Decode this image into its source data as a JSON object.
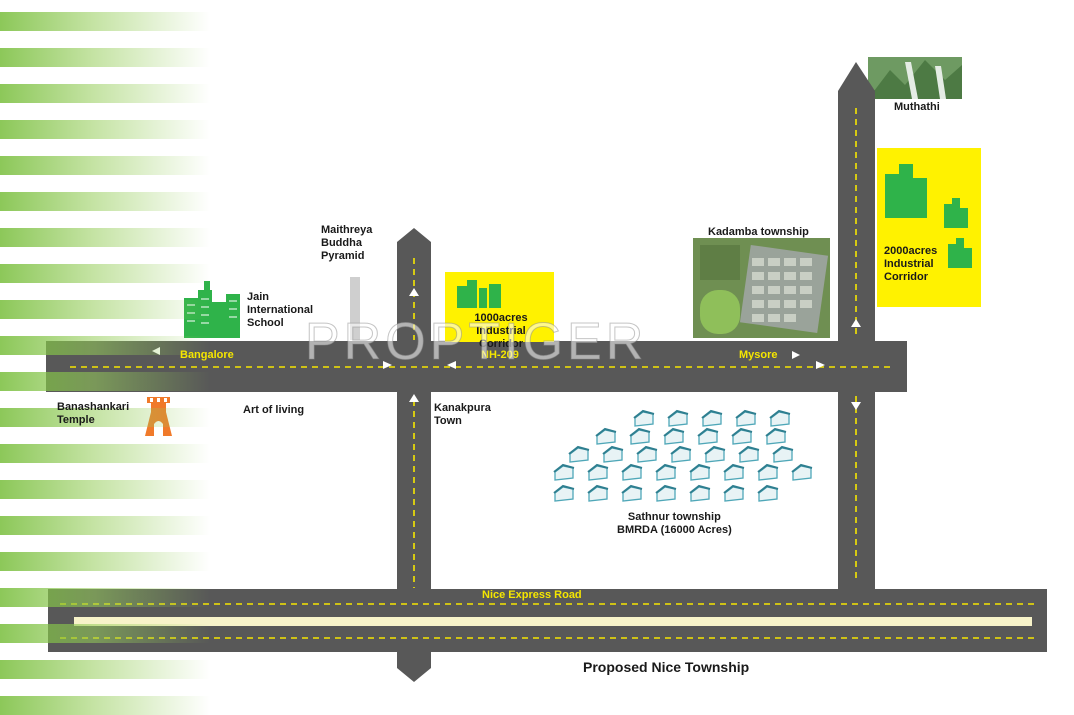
{
  "colors": {
    "road": "#555555",
    "road_dash": "#f5e600",
    "highlight_box": "#fff200",
    "building_green": "#2fb34a",
    "temple_orange": "#f07a2a",
    "house_teal": "#4fa7b8",
    "stripe_green": "#8cc63f"
  },
  "icons": [
    "building-cluster-icon",
    "temple-icon",
    "house-icon",
    "waterfall-photo",
    "township-aerial-photo"
  ],
  "landmarks": {
    "maithreya": "Maithreya\nBuddha\nPyramid",
    "jain_school": "Jain\nInternational\nSchool",
    "banashankari": "Banashankari\nTemple",
    "art_of_living": "Art of living",
    "kanakpura": "Kanakpura\nTown",
    "kadamba": "Kadamba township",
    "muthathi": "Muthathi",
    "sathnur": "Sathnur township\nBMRDA (16000 Acres)"
  },
  "corridors": {
    "corridor_1000": "1000acres Industrial\nCorridor",
    "corridor_2000": "2000acres\nIndustrial\nCorridor"
  },
  "roads": {
    "bangalore": "Bangalore",
    "nh": "NH-209",
    "mysore": "Mysore",
    "nice_express": "Nice Express Road"
  },
  "footer": {
    "title": "Proposed Nice Township"
  },
  "watermark": "PROPTIGER"
}
